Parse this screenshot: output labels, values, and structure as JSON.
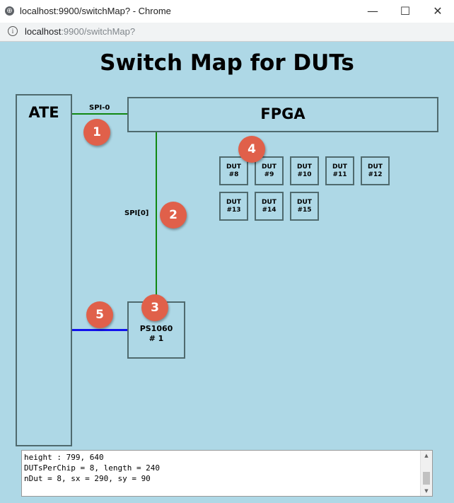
{
  "window": {
    "title": "localhost:9900/switchMap? - Chrome",
    "minimize": "—",
    "maximize": "☐",
    "close": "✕",
    "globe_icon": "⊕"
  },
  "address_bar": {
    "info_icon": "i",
    "host": "localhost",
    "path": ":9900/switchMap?"
  },
  "page": {
    "title": "Switch Map for DUTs"
  },
  "ate": {
    "label": "ATE"
  },
  "fpga": {
    "label": "FPGA"
  },
  "ps": {
    "line1": "PS1060",
    "line2": "# 1"
  },
  "connections": {
    "spi0": "SPI-0",
    "spi_bus": "SPI[0]"
  },
  "markers": [
    "1",
    "2",
    "3",
    "4",
    "5"
  ],
  "duts": [
    {
      "line1": "DUT",
      "line2": "#8"
    },
    {
      "line1": "DUT",
      "line2": "#9"
    },
    {
      "line1": "DUT",
      "line2": "#10"
    },
    {
      "line1": "DUT",
      "line2": "#11"
    },
    {
      "line1": "DUT",
      "line2": "#12"
    },
    {
      "line1": "DUT",
      "line2": "#13"
    },
    {
      "line1": "DUT",
      "line2": "#14"
    },
    {
      "line1": "DUT",
      "line2": "#15"
    }
  ],
  "log": {
    "lines": [
      "height : 799, 640",
      "DUTsPerChip = 8, length = 240",
      "nDut = 8, sx = 290, sy = 90"
    ],
    "scroll_up": "▲",
    "scroll_down": "▼"
  },
  "colors": {
    "background": "#aed8e6",
    "box_border": "#4f6a6e",
    "spi_line": "#118811",
    "power_line": "#1111ee",
    "marker": "#e0604a"
  }
}
